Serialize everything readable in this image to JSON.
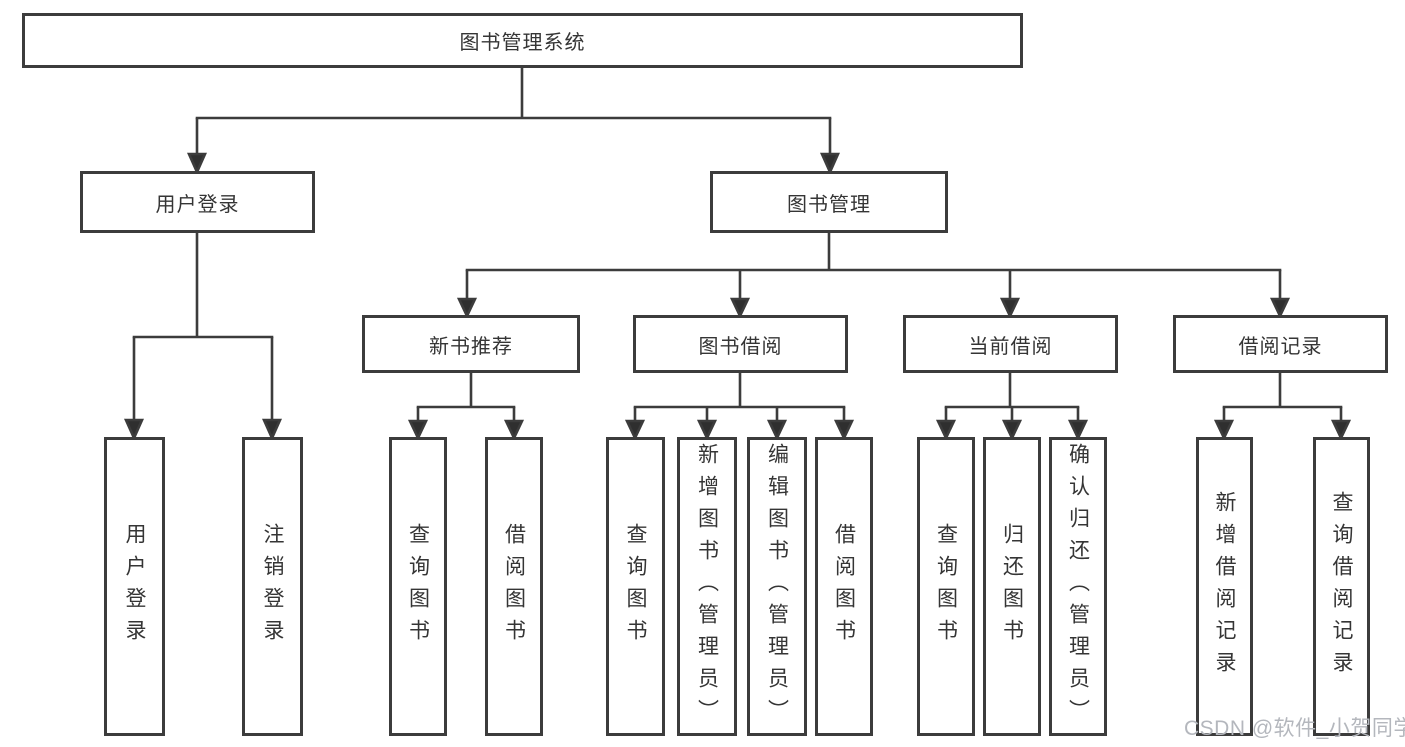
{
  "title": "图书管理系统",
  "watermark": "CSDN @软件_小贺同学",
  "nodes": {
    "login": "用户登录",
    "manage": "图书管理",
    "recommend": "新书推荐",
    "borrow": "图书借阅",
    "current": "当前借阅",
    "records": "借阅记录"
  },
  "leaves": {
    "login": [
      "用户登录",
      "注销登录"
    ],
    "recommend": [
      "查询图书",
      "借阅图书"
    ],
    "borrow": [
      "查询图书",
      "新增图书（管理员）",
      "编辑图书（管理员）",
      "借阅图书"
    ],
    "current": [
      "查询图书",
      "归还图书",
      "确认归还（管理员）"
    ],
    "records": [
      "新增借阅记录",
      "查询借阅记录"
    ]
  }
}
